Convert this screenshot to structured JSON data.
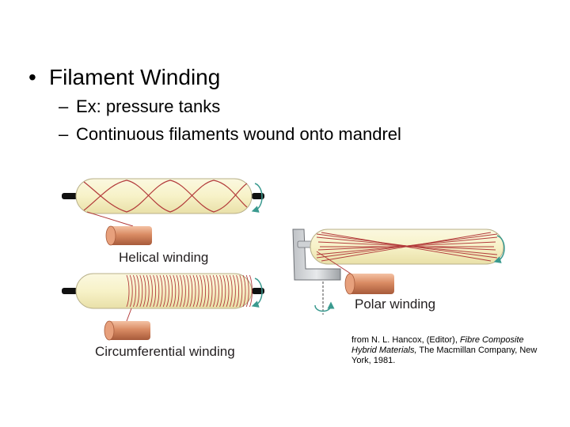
{
  "slide": {
    "bullet_marker": "•",
    "title": "Filament Winding",
    "dash_marker": "–",
    "sub_items": [
      "Ex:  pressure tanks",
      "Continuous filaments wound onto mandrel"
    ]
  },
  "diagram": {
    "labels": {
      "helical": "Helical winding",
      "circumferential": "Circumferential winding",
      "polar": "Polar winding"
    },
    "colors": {
      "mandrel_fill": "#f7f2c8",
      "fiber": "#b23a3a",
      "spool": "#d98b63",
      "rotation_arrow": "#3a9a8f"
    }
  },
  "citation": {
    "prefix": "from N. L. Hancox, (Editor), ",
    "italic": "Fibre Composite Hybrid Materials,",
    "suffix": " The Macmillan Company, New York, 1981."
  }
}
